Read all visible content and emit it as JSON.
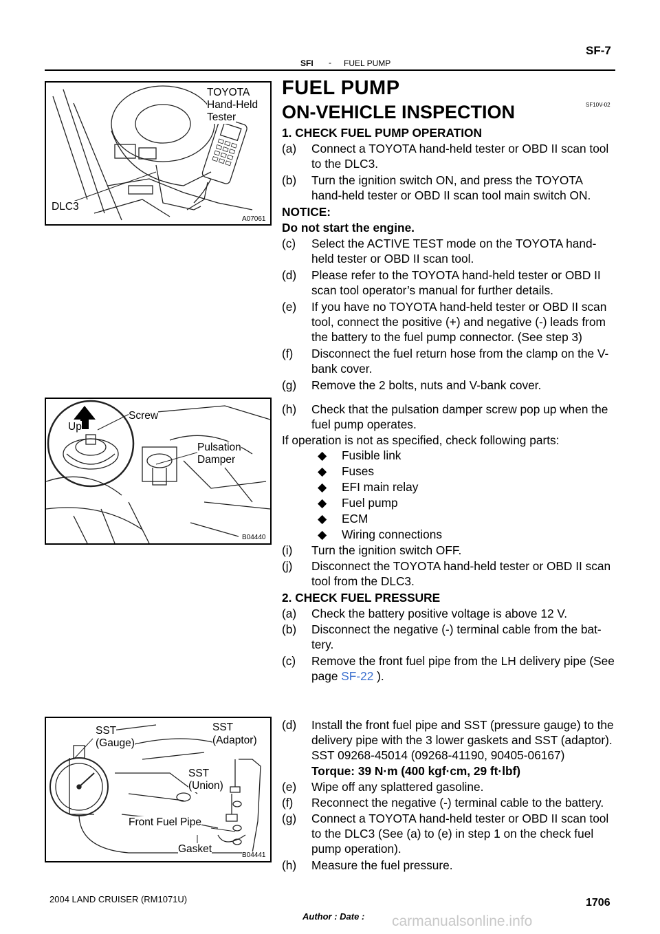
{
  "header": {
    "section": "SFI",
    "dash": "-",
    "topic": "FUEL PUMP",
    "page_code": "SF-7"
  },
  "title": "FUEL PUMP",
  "subtitle": "ON-VEHICLE  INSPECTION",
  "doc_code": "SF10V-02",
  "figures": {
    "fig1": {
      "label_tester": [
        "TOYOTA",
        "Hand-Held",
        "Tester"
      ],
      "label_dlc": "DLC3",
      "code": "A07061"
    },
    "fig2": {
      "label_up": "Up",
      "label_screw": "Screw",
      "label_damper": [
        "Pulsation",
        "Damper"
      ],
      "code": "B04440"
    },
    "fig3": {
      "label_gauge": [
        "SST",
        "(Gauge)"
      ],
      "label_adaptor": [
        "SST",
        "(Adaptor)"
      ],
      "label_union": [
        "SST",
        "(Union)"
      ],
      "label_pipe": "Front Fuel Pipe",
      "label_gasket": "Gasket",
      "code": "B04441"
    }
  },
  "body": {
    "l01": "1.     CHECK FUEL PUMP OPERATION",
    "l02a": "(a)",
    "l02": "Connect a TOYOTA hand-held tester or OBD II scan tool",
    "l03": "to the DLC3.",
    "l04a": "(b)",
    "l04": "Turn  the  ignition  switch  ON,  and  press  the  TOYOTA",
    "l05": "hand-held  tester or OBD II scan tool main switch ON.",
    "l06": "NOTICE:",
    "l07": "Do not start the engine.",
    "l08a": "(c)",
    "l08": "Select the ACTIVE TEST mode on the TOYOTA  hand-",
    "l09": "held tester or OBD II scan tool.",
    "l10a": "(d)",
    "l10": "Please refer to the TOYOTA  hand-held  tester or OBD II",
    "l11": "scan tool operator’s manual for further details.",
    "l12a": "(e)",
    "l12": "If you have no TOYOTA hand-held tester or OBD II scan",
    "l13": "tool, connect the positive (+) and negative (-) leads from",
    "l14": "the battery to the fuel pump connector. (See step 3)",
    "l15a": "(f)",
    "l15": "Disconnect the fuel return hose from the clamp on the V-",
    "l16": "bank cover.",
    "l17a": "(g)",
    "l17": "Remove the 2 bolts, nuts and V-bank cover.",
    "l18a": "(h)",
    "l18": "Check that the pulsation damper screw pop up when the",
    "l19": "fuel pump operates.",
    "l20": "If operation is not as specified, check following parts:",
    "parts": [
      "Fusible link",
      "Fuses",
      "EFI main relay",
      "Fuel pump",
      "ECM",
      "Wiring connections"
    ],
    "l27a": "(i)",
    "l27": "Turn the ignition switch OFF.",
    "l28a": "(j)",
    "l28": "Disconnect the TOYOTA hand-held tester or OBD II scan",
    "l29": "tool from the DLC3.",
    "l30": "2.     CHECK FUEL PRESSURE",
    "l31a": "(a)",
    "l31": "Check the battery positive voltage is above 12 V.",
    "l32a": "(b)",
    "l32": "Disconnect the negative (-) terminal cable from the bat-",
    "l33": "tery.",
    "l34a": "(c)",
    "l34": "Remove the front fuel pipe from the LH delivery pipe (See",
    "l35_pre": "page",
    "l35_link": "SF-22",
    "l35_post": ").",
    "l36a": "(d)",
    "l36": "Install the front fuel pipe and SST (pressure gauge) to the",
    "l37": "delivery pipe with the 3 lower gaskets and SST (adaptor).",
    "l38": "SST     09268-45014   (09268-41190,   90405-06167)",
    "l39": "Torque: 39 N·m (400 kgf·cm, 29 ft·lbf)",
    "l40a": "(e)",
    "l40": "Wipe off any splattered gasoline.",
    "l41a": "(f)",
    "l41": "Reconnect  the  negative  (-) terminal cable to the battery.",
    "l42a": "(g)",
    "l42": "Connect a TOYOTA hand-held tester or OBD II scan tool",
    "l43": "to  the  DLC3  (See  (a)  to  (e)  in  step  1  on  the  check  fuel",
    "l44": "pump operation).",
    "l45a": "(h)",
    "l45": "Measure the fuel pressure."
  },
  "footer": {
    "model": "2004 LAND CRUISER   (RM1071U)",
    "author": "Author :                    Date :",
    "page_number": "1706",
    "watermark": "carmanualsonline.info"
  }
}
